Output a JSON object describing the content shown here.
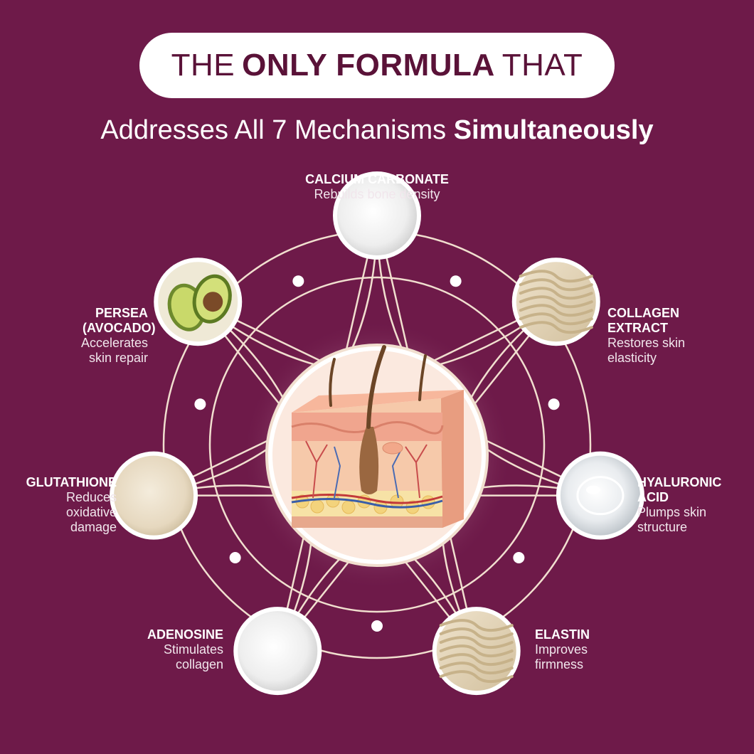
{
  "header": {
    "pill_pre": "THE",
    "pill_bold": "ONLY FORMULA",
    "pill_post": "THAT",
    "subtitle_pre": "Addresses All 7 Mechanisms",
    "subtitle_bold": "Simultaneously"
  },
  "ingredients": [
    {
      "name": "CALCIUM CARBONATE",
      "desc": "Rebuilds bone density",
      "icon": "white-powder-icon"
    },
    {
      "name": "COLLAGEN EXTRACT",
      "desc": "Restores skin elasticity",
      "icon": "collagen-fiber-icon"
    },
    {
      "name": "HYALURONIC ACID",
      "desc": "Plumps skin structure",
      "icon": "gel-drop-icon"
    },
    {
      "name": "ELASTIN",
      "desc": "Improves firmness",
      "icon": "elastin-fiber-icon"
    },
    {
      "name": "ADENOSINE",
      "desc": "Stimulates collagen",
      "icon": "white-powder-icon"
    },
    {
      "name": "GLUTATHIONE",
      "desc": "Reduces oxidative damage",
      "icon": "cream-powder-icon"
    },
    {
      "name": "PERSEA (AVOCADO)",
      "desc": "Accelerates skin repair",
      "icon": "avocado-icon"
    }
  ],
  "center": {
    "icon": "skin-cross-section-icon"
  },
  "colors": {
    "background": "#6e1a49",
    "lines": "#f1dfcf",
    "pill_text": "#5a1238"
  }
}
